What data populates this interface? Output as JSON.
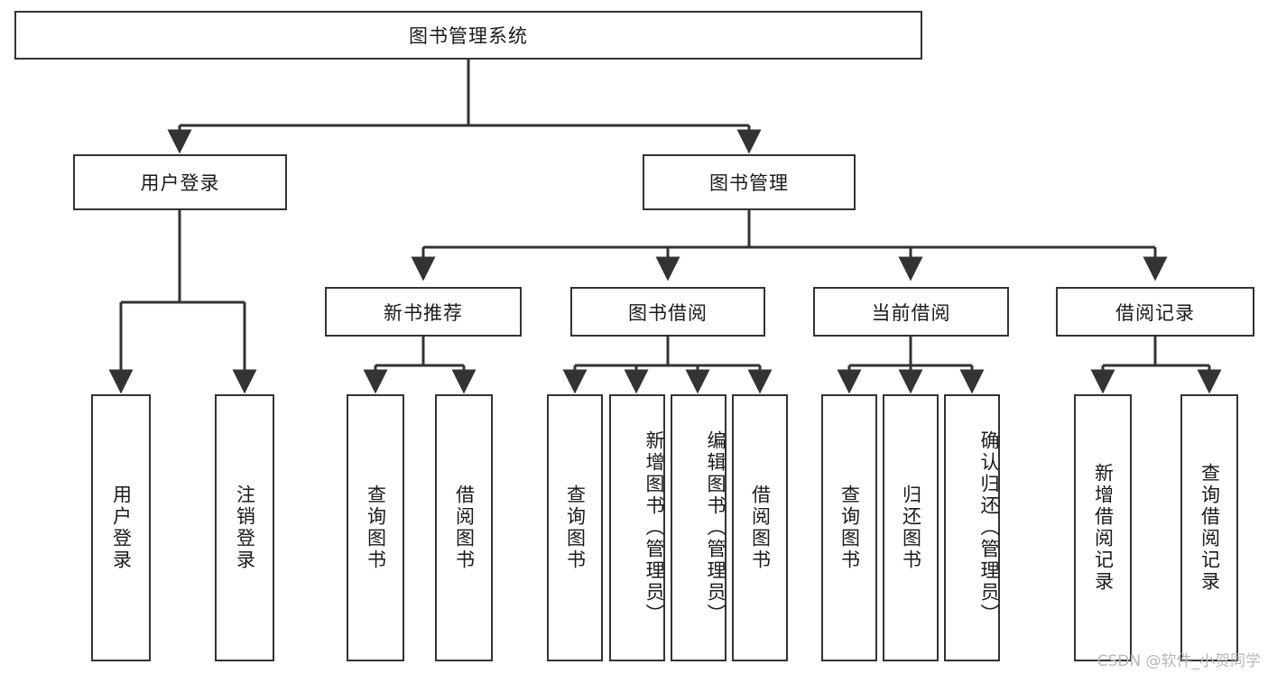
{
  "diagram": {
    "title": "图书管理系统",
    "type": "tree",
    "colors": {
      "line": "#333333",
      "box_border": "#333333",
      "background": "#ffffff",
      "text": "#1a1a1a",
      "watermark": "#b8b8b8"
    },
    "nodes": {
      "root": {
        "label": "图书管理系统"
      },
      "level2": [
        {
          "id": "user-login",
          "label": "用户登录"
        },
        {
          "id": "book-manage",
          "label": "图书管理"
        }
      ],
      "level3": [
        {
          "id": "new-book-recommend",
          "label": "新书推荐"
        },
        {
          "id": "book-borrow",
          "label": "图书借阅"
        },
        {
          "id": "current-borrow",
          "label": "当前借阅"
        },
        {
          "id": "borrow-record",
          "label": "借阅记录"
        }
      ],
      "leaves": [
        {
          "id": "leaf-user-login",
          "label": "用户登录",
          "parent": "user-login"
        },
        {
          "id": "leaf-user-logout",
          "label": "注销登录",
          "parent": "user-login"
        },
        {
          "id": "leaf-query-book-1",
          "label": "查询图书",
          "parent": "new-book-recommend"
        },
        {
          "id": "leaf-borrow-book-1",
          "label": "借阅图书",
          "parent": "new-book-recommend"
        },
        {
          "id": "leaf-query-book-2",
          "label": "查询图书",
          "parent": "book-borrow"
        },
        {
          "id": "leaf-add-book",
          "label": "新增图书（管理员）",
          "parent": "book-borrow"
        },
        {
          "id": "leaf-edit-book",
          "label": "编辑图书（管理员）",
          "parent": "book-borrow"
        },
        {
          "id": "leaf-borrow-book-2",
          "label": "借阅图书",
          "parent": "book-borrow"
        },
        {
          "id": "leaf-query-book-3",
          "label": "查询图书",
          "parent": "current-borrow"
        },
        {
          "id": "leaf-return-book",
          "label": "归还图书",
          "parent": "current-borrow"
        },
        {
          "id": "leaf-confirm-return",
          "label": "确认归还（管理员）",
          "parent": "current-borrow"
        },
        {
          "id": "leaf-add-record",
          "label": "新增借阅记录",
          "parent": "borrow-record"
        },
        {
          "id": "leaf-query-record",
          "label": "查询借阅记录",
          "parent": "borrow-record"
        }
      ]
    },
    "watermark": "CSDN @软件_小贺同学"
  }
}
